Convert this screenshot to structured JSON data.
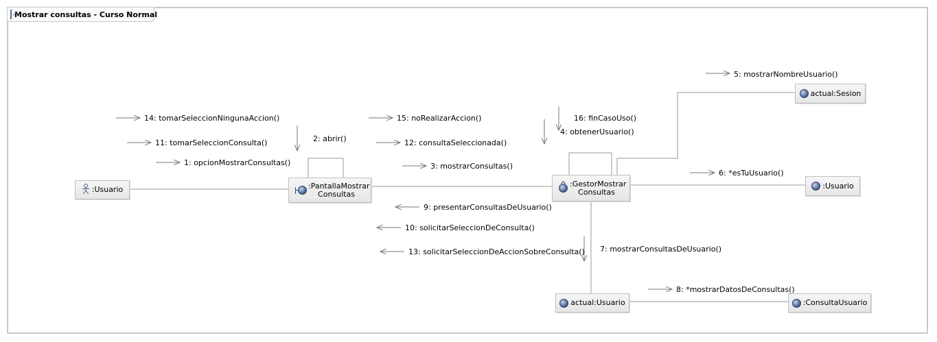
{
  "diagram": {
    "title": "Mostrar consultas - Curso Normal",
    "nodes": {
      "usuario_actor": ":Usuario",
      "pantalla": ":PantallaMostrar Consultas",
      "gestor": ":GestorMostrar Consultas",
      "sesion": "actual:Sesion",
      "usuario_obj": ":Usuario",
      "actual_usuario": "actual:Usuario",
      "consulta_usuario": ":ConsultaUsuario"
    },
    "messages": {
      "m1": "1: opcionMostrarConsultas()",
      "m2": "2: abrir()",
      "m3": "3: mostrarConsultas()",
      "m4": "4: obtenerUsuario()",
      "m5": "5: mostrarNombreUsuario()",
      "m6": "6: *esTuUsuario()",
      "m7": "7: mostrarConsultasDeUsuario()",
      "m8": "8: *mostrarDatosDeConsultas()",
      "m9": "9: presentarConsultasDeUsuario()",
      "m10": "10: solicitarSeleccionDeConsulta()",
      "m11": "11: tomarSeleccionConsulta()",
      "m12": "12: consultaSeleccionada()",
      "m13": "13: solicitarSeleccionDeAccionSobreConsulta()",
      "m14": "14: tomarSeleccionNingunaAccion()",
      "m15": "15: noRealizarAccion()",
      "m16": "16: finCasoUso()"
    }
  }
}
